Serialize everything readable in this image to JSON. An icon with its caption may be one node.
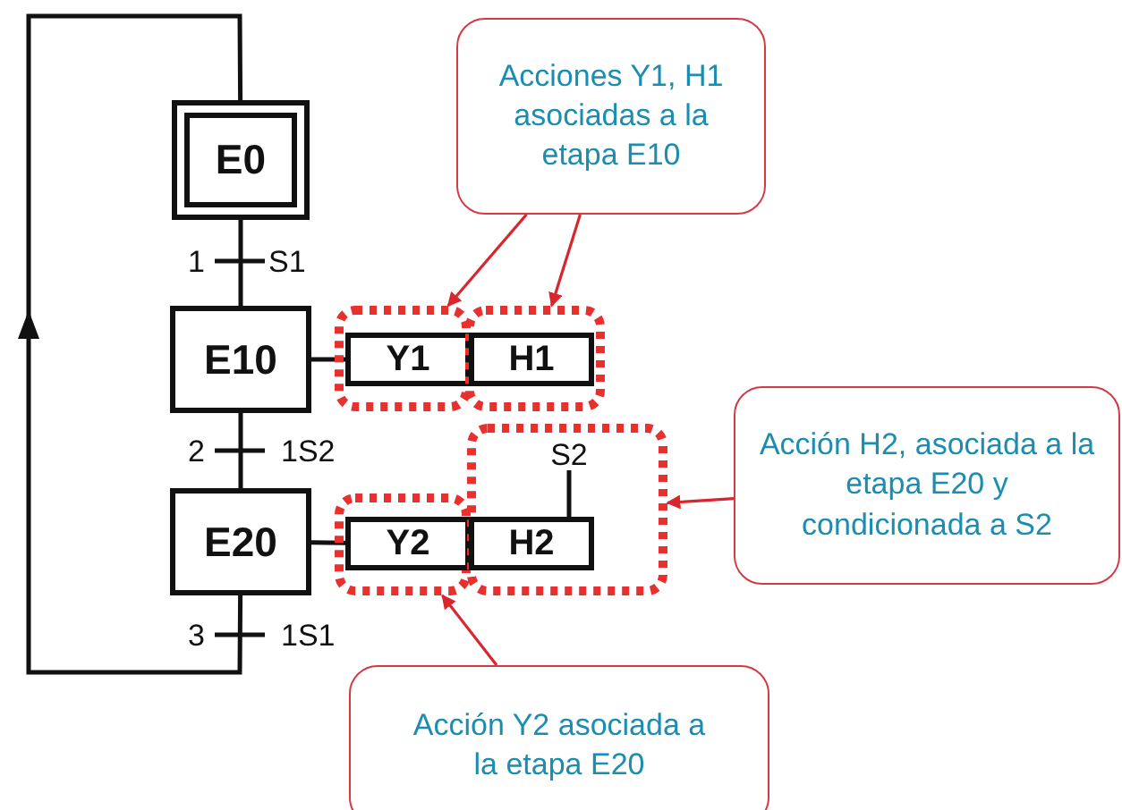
{
  "diagram": {
    "nodes": [
      {
        "text": [
          "E0"
        ]
      },
      {
        "text": [
          "E10"
        ]
      },
      {
        "text": [
          "E20"
        ]
      },
      {
        "text": [],
        "shape": "box"
      },
      {
        "text": [],
        "shape": "box"
      },
      {
        "text": [],
        "shape": "box"
      },
      {
        "text": [],
        "shape": "box"
      },
      {
        "text": [
          "Y1"
        ],
        "in": 3
      },
      {
        "text": [
          "H1"
        ],
        "in": 4
      },
      {
        "text": [
          "S2"
        ],
        "in": 6
      },
      {
        "text": [
          "Y2"
        ],
        "in": 5
      },
      {
        "text": [
          "H2"
        ],
        "in": 6
      },
      {
        "text": [
          "Acciones Y1, H1 asociadas a la etapa E10"
        ]
      },
      {
        "text": [
          "Acción H2, asociada a la etapa E20 y condicionada a S2"
        ]
      },
      {
        "text": [
          "Acción Y2 asociada a la etapa E20"
        ]
      }
    ],
    "edges": [
      {
        "from": 0,
        "to": 1,
        "arrow": "none",
        "color": "#111111"
      },
      {
        "from": 1,
        "to": 2,
        "arrow": "none",
        "color": "#111111"
      },
      {
        "from": 2,
        "to": 0,
        "arrow": "to",
        "color": "#111111"
      },
      {
        "from": 1,
        "to": 7,
        "arrow": "none",
        "color": "#111111"
      },
      {
        "from": 2,
        "to": 10,
        "arrow": "none",
        "color": "#111111"
      },
      {
        "from": 9,
        "to": 11,
        "arrow": "none",
        "color": "#111111"
      },
      {
        "from": 12,
        "to": 3,
        "arrow": "to",
        "color": "#d9262e"
      },
      {
        "from": 12,
        "to": 4,
        "arrow": "to",
        "color": "#d9262e"
      },
      {
        "from": 13,
        "to": 6,
        "arrow": "to",
        "color": "#d9262e"
      },
      {
        "from": 14,
        "to": 5,
        "arrow": "to",
        "color": "#d9262e"
      }
    ],
    "labels": [
      "1",
      "S1",
      "2",
      "1S2",
      "3",
      "1S1"
    ]
  }
}
